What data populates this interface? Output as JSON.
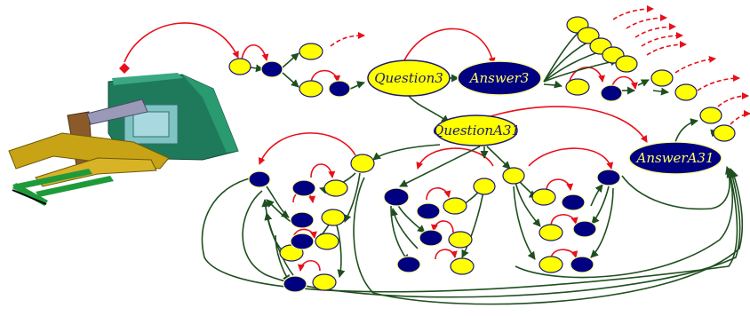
{
  "diagram": {
    "labels": {
      "question3": "Question3",
      "answer3": "Answer3",
      "questionA31": "QuestionA31",
      "answerA31": "AnswerA31"
    },
    "colors": {
      "question_fill": "#ffff00",
      "answer_fill": "#000080",
      "node_stroke": "#1a1a6e",
      "green_arrow": "#1f4f1f",
      "red_arrow": "#e8101a",
      "machine_body": "#1e7a5a",
      "machine_arms": "#c9a316",
      "machine_blade": "#1f9a3a",
      "marker": "#e8101a"
    }
  }
}
